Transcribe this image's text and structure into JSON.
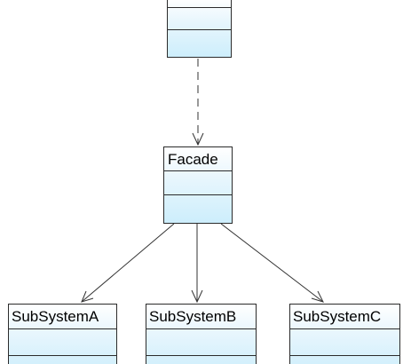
{
  "diagram": {
    "type": "uml-class-diagram",
    "classes": {
      "client": {
        "name": ""
      },
      "facade": {
        "name": "Facade"
      },
      "subsystem_a": {
        "name": "SubSystemA"
      },
      "subsystem_b": {
        "name": "SubSystemB"
      },
      "subsystem_c": {
        "name": "SubSystemC"
      }
    },
    "relations": [
      {
        "from": "client",
        "to": "facade",
        "style": "dashed",
        "arrow": "open"
      },
      {
        "from": "facade",
        "to": "subsystem_a",
        "style": "solid",
        "arrow": "open"
      },
      {
        "from": "facade",
        "to": "subsystem_b",
        "style": "solid",
        "arrow": "open"
      },
      {
        "from": "facade",
        "to": "subsystem_c",
        "style": "solid",
        "arrow": "open"
      }
    ],
    "colors": {
      "class_fill_top": "#ffffff",
      "class_fill_bottom": "#cdeefc",
      "border": "#2b2b2b",
      "line": "#333333"
    }
  }
}
